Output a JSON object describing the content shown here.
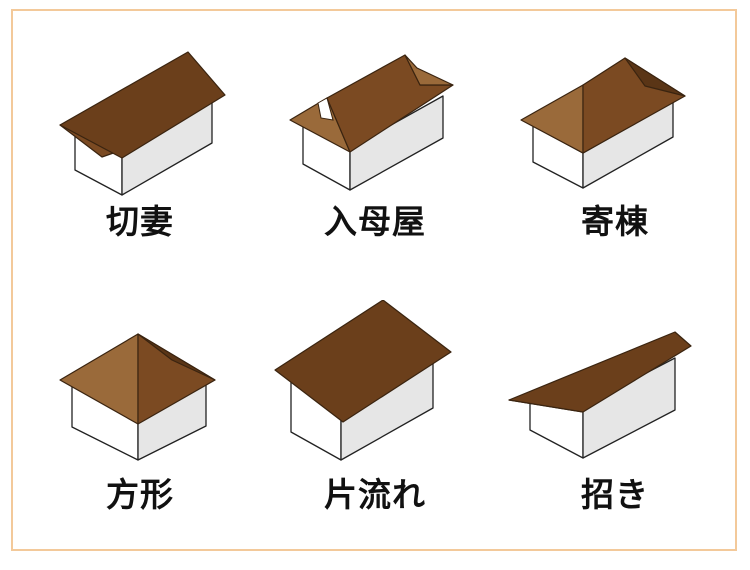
{
  "colors": {
    "frame_border": "#f3c99a",
    "roof_dark": "#5a3516",
    "roof_mid": "#7b4a22",
    "roof_light": "#9a6a3a",
    "wall_front": "#ffffff",
    "wall_side": "#e6e6e6"
  },
  "roof_types": [
    {
      "label": "切妻"
    },
    {
      "label": "入母屋"
    },
    {
      "label": "寄棟"
    },
    {
      "label": "方形"
    },
    {
      "label": "片流れ"
    },
    {
      "label": "招き"
    }
  ]
}
